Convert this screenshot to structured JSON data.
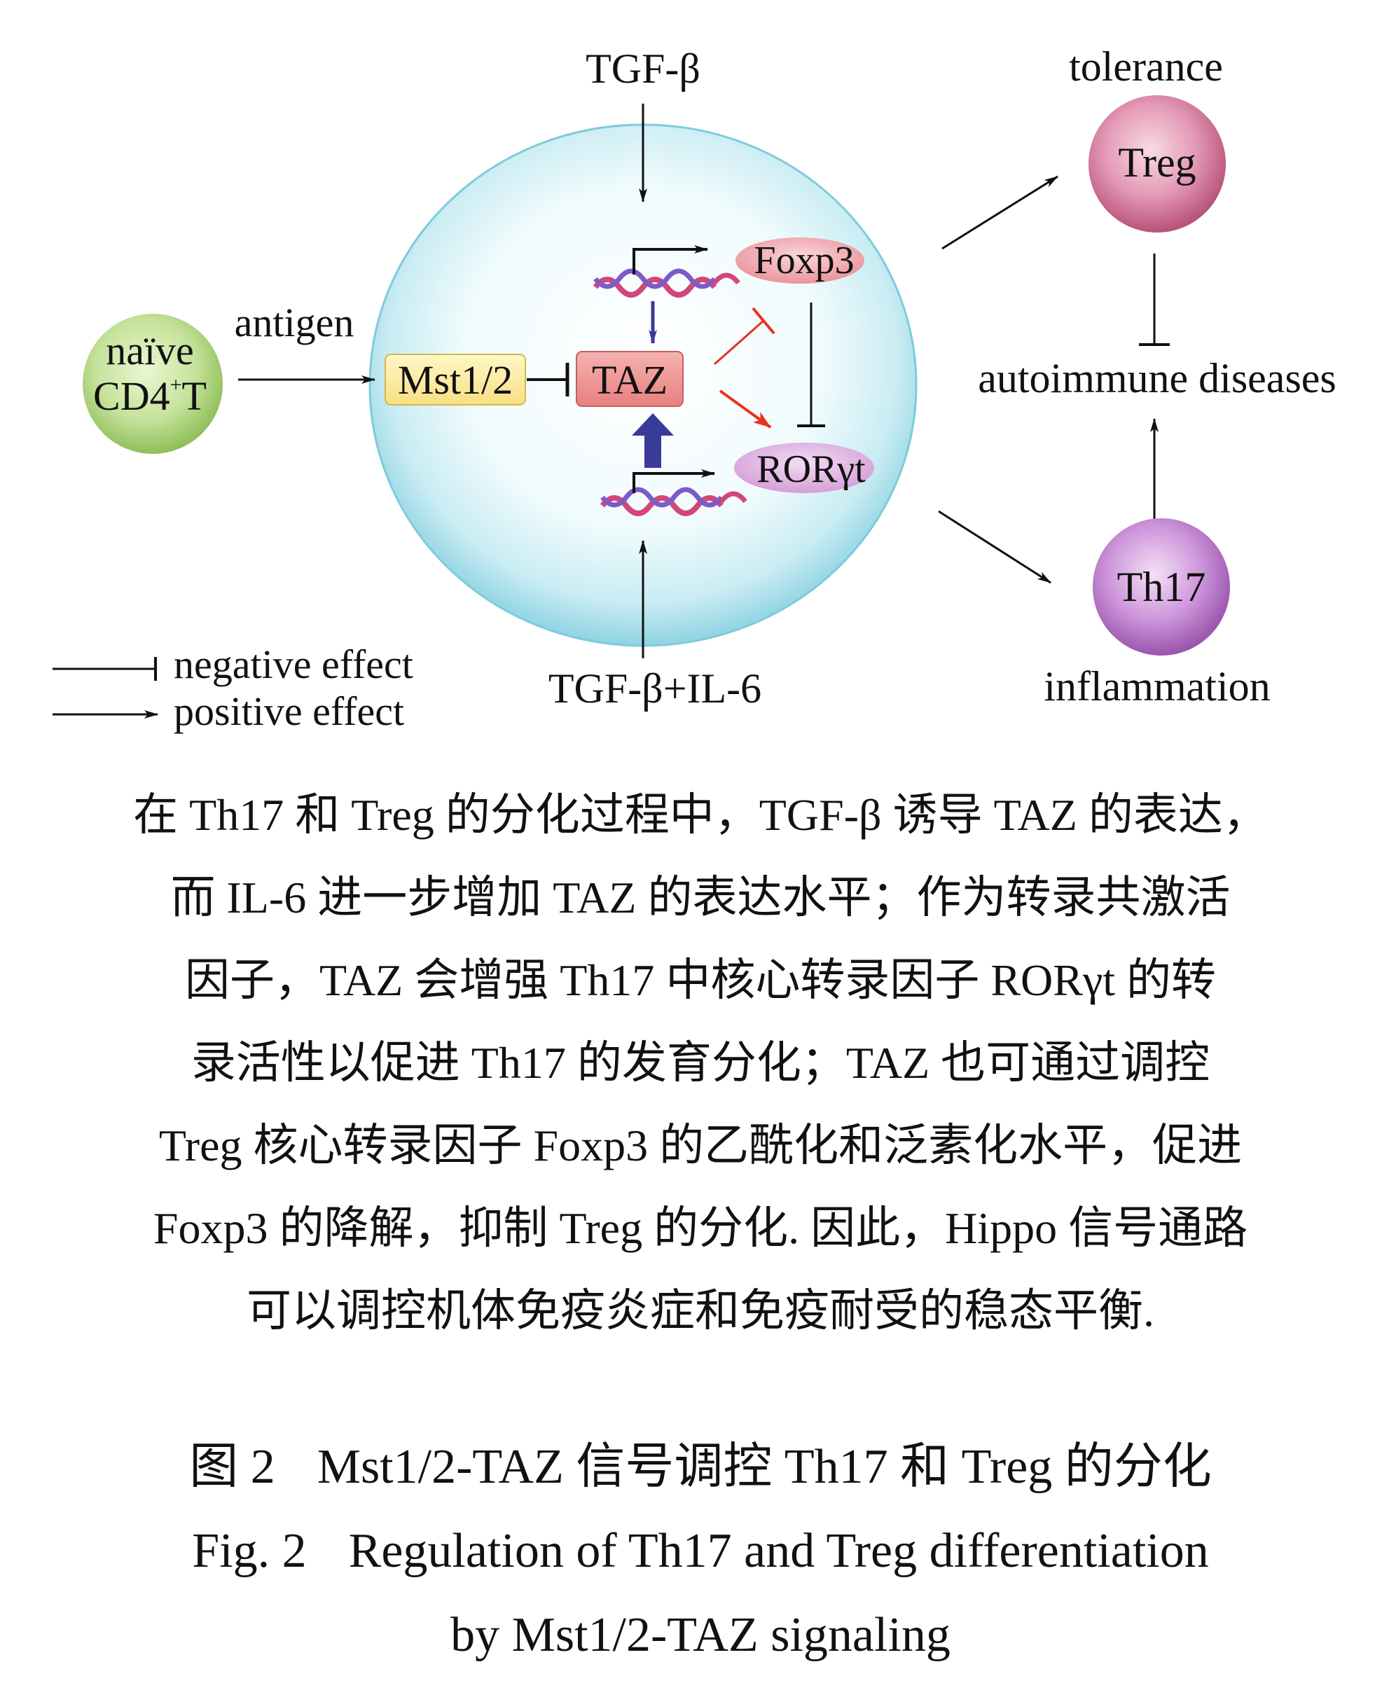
{
  "diagram": {
    "input_top": "TGF-β",
    "input_bottom": "TGF-β+IL-6",
    "naive_cell": {
      "line1": "naïve",
      "line2_base": "CD4",
      "line2_sup": "+",
      "line2_end": "T"
    },
    "antigen": "antigen",
    "mst_box": "Mst1/2",
    "taz_box": "TAZ",
    "foxp3": "Foxp3",
    "rorgt": "RORγt",
    "tolerance": "tolerance",
    "treg": "Treg",
    "autoimmune": "autoimmune diseases",
    "th17": "Th17",
    "inflammation": "inflammation",
    "legend": {
      "negative": "negative effect",
      "positive": "positive effect"
    },
    "colors": {
      "negative": "#e8321e",
      "positive_blue": "#3a3a9a",
      "arrow": "#111111"
    }
  },
  "caption": {
    "lines": [
      "在 Th17 和 Treg 的分化过程中，TGF-β 诱导 TAZ 的表达，",
      "而 IL-6 进一步增加 TAZ 的表达水平；作为转录共激活",
      "因子，TAZ 会增强 Th17 中核心转录因子 RORγt 的转",
      "录活性以促进 Th17 的发育分化；TAZ 也可通过调控",
      "Treg 核心转录因子 Foxp3 的乙酰化和泛素化水平，促进",
      "Foxp3 的降解，抑制 Treg 的分化. 因此，Hippo 信号通路",
      "可以调控机体免疫炎症和免疫耐受的稳态平衡."
    ]
  },
  "figure": {
    "cn_label": "图 2",
    "cn_title": "Mst1/2-TAZ 信号调控 Th17 和 Treg 的分化",
    "en_label": "Fig. 2",
    "en_title_line1": "Regulation of Th17 and Treg differentiation",
    "en_title_line2": "by Mst1/2-TAZ signaling"
  }
}
